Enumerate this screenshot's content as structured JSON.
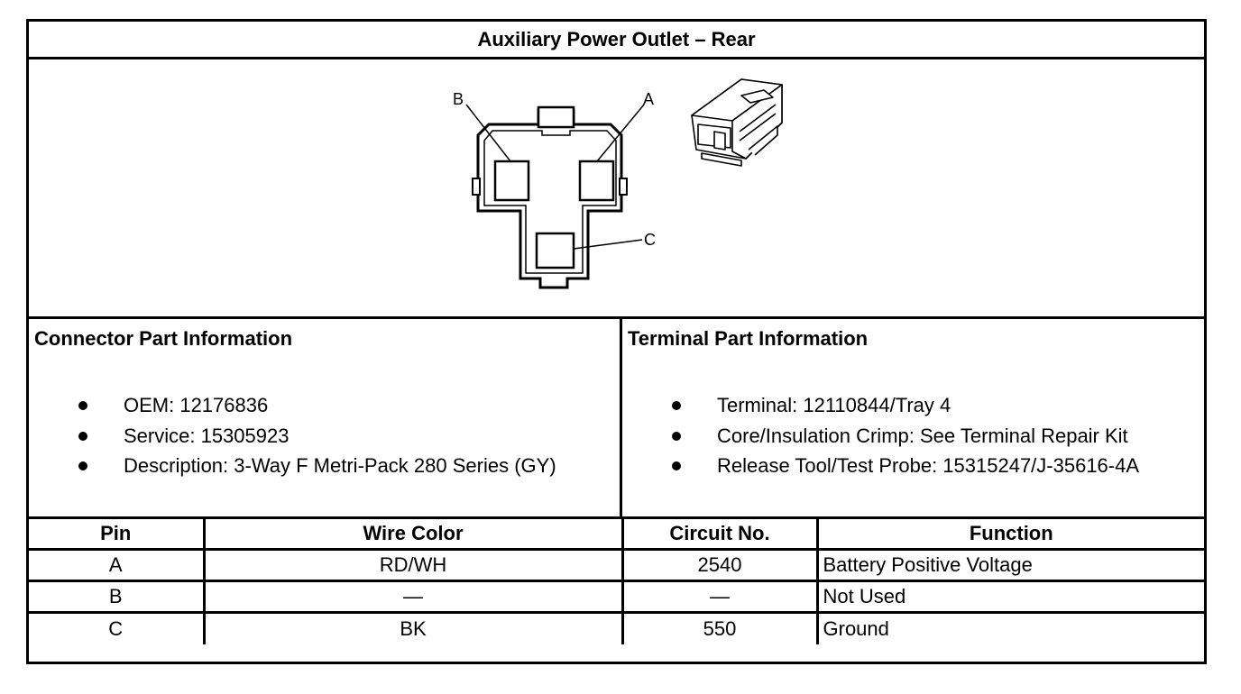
{
  "title": "Auxiliary Power Outlet – Rear",
  "figure": {
    "pin_labels": {
      "a": "A",
      "b": "B",
      "c": "C"
    }
  },
  "connector": {
    "heading": "Connector Part Information",
    "items": [
      "OEM: 12176836",
      "Service: 15305923",
      "Description: 3-Way F Metri-Pack 280 Series (GY)"
    ]
  },
  "terminal": {
    "heading": "Terminal Part Information",
    "items": [
      "Terminal: 12110844/Tray 4",
      "Core/Insulation Crimp: See Terminal Repair Kit",
      "Release Tool/Test Probe: 15315247/J-35616-4A"
    ]
  },
  "pin_table": {
    "headers": [
      "Pin",
      "Wire Color",
      "Circuit No.",
      "Function"
    ],
    "rows": [
      [
        "A",
        "RD/WH",
        "2540",
        "Battery Positive Voltage"
      ],
      [
        "B",
        "—",
        "—",
        "Not Used"
      ],
      [
        "C",
        "BK",
        "550",
        "Ground"
      ]
    ]
  }
}
